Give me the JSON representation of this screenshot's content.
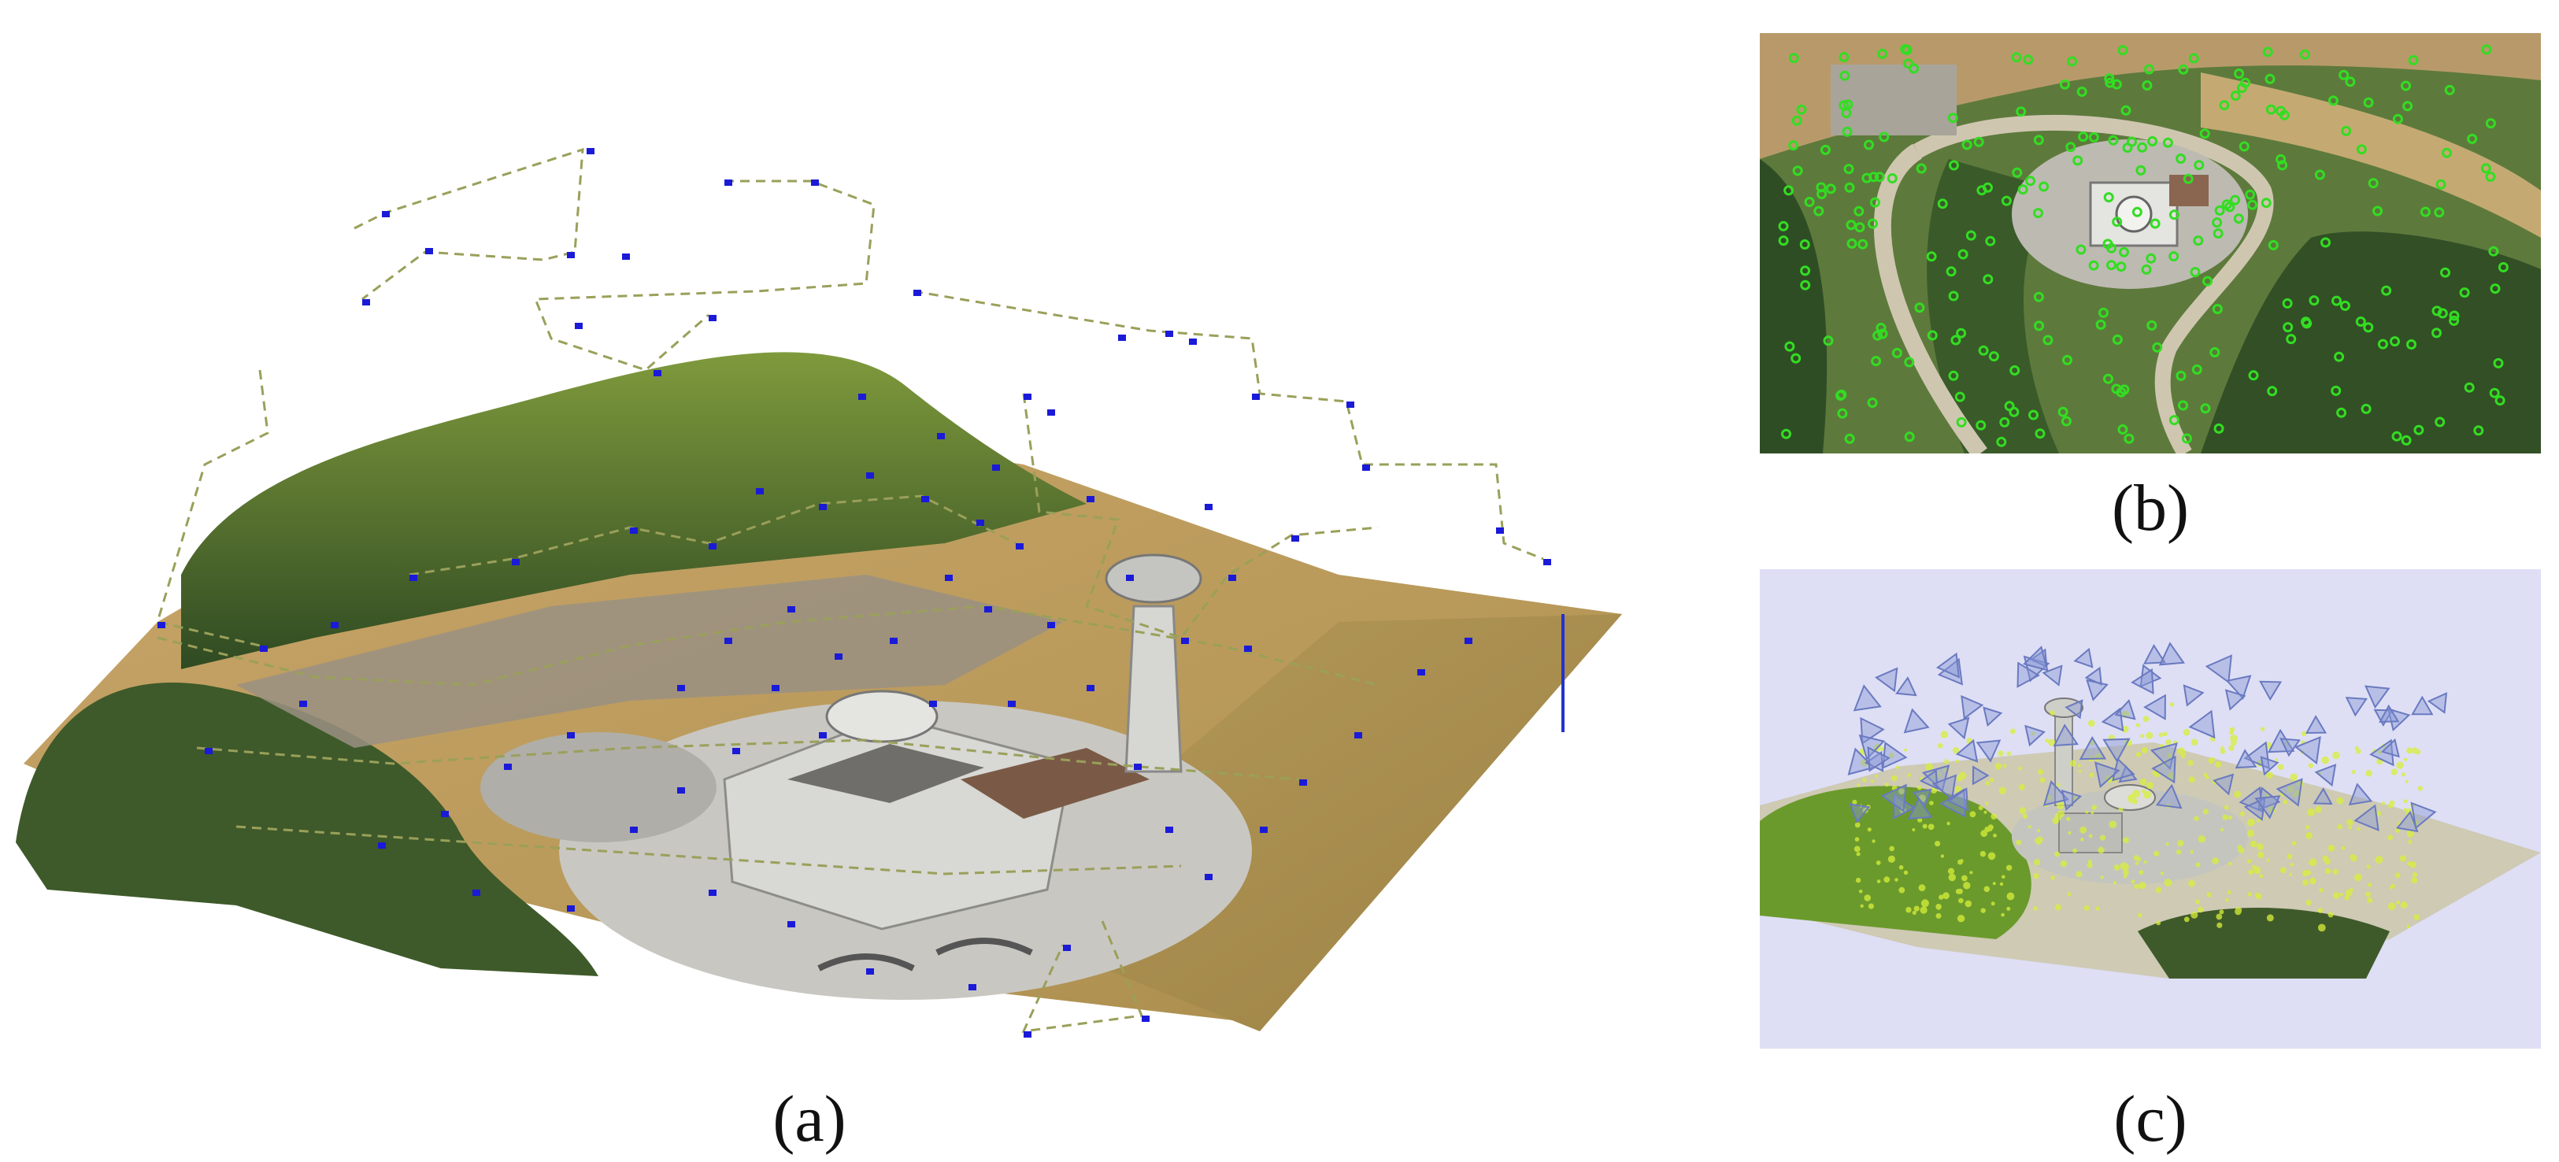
{
  "captions": {
    "a": "(a)",
    "b": "(b)",
    "c": "(c)"
  },
  "colors": {
    "camera_marker_a": "#1a1ad8",
    "flight_path": "#9aa05a",
    "tie_point_b": "#33dd22",
    "camera_frustum_c": "#8a9ad6",
    "background_c": "#dedff5"
  },
  "panels": {
    "a": {
      "icon": "reconstructed-3d-model-image"
    },
    "b": {
      "icon": "aerial-orthophoto-image"
    },
    "c": {
      "icon": "sparse-point-cloud-image"
    }
  }
}
